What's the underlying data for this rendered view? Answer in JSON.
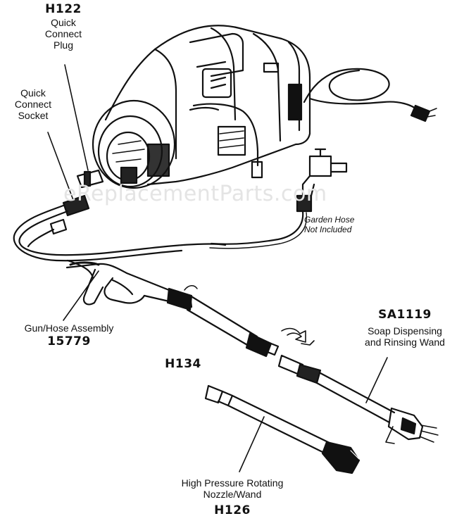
{
  "watermark": "eReplacementParts.com",
  "parts": {
    "h122": {
      "code": "H122",
      "lines": [
        "Quick",
        "Connect",
        "Plug"
      ]
    },
    "socket": {
      "lines": [
        "Quick",
        "Connect",
        "Socket"
      ]
    },
    "garden_hose": {
      "lines": [
        "Garden Hose",
        "Not Included"
      ]
    },
    "gun": {
      "line1": "Gun/Hose Assembly",
      "code": "15779"
    },
    "h134": {
      "code": "H134"
    },
    "sa1119": {
      "code": "SA1119",
      "lines": [
        "Soap Dispensing",
        "and Rinsing Wand"
      ]
    },
    "h126": {
      "lines": [
        "High Pressure Rotating",
        "Nozzle/Wand"
      ],
      "code": "H126"
    }
  }
}
